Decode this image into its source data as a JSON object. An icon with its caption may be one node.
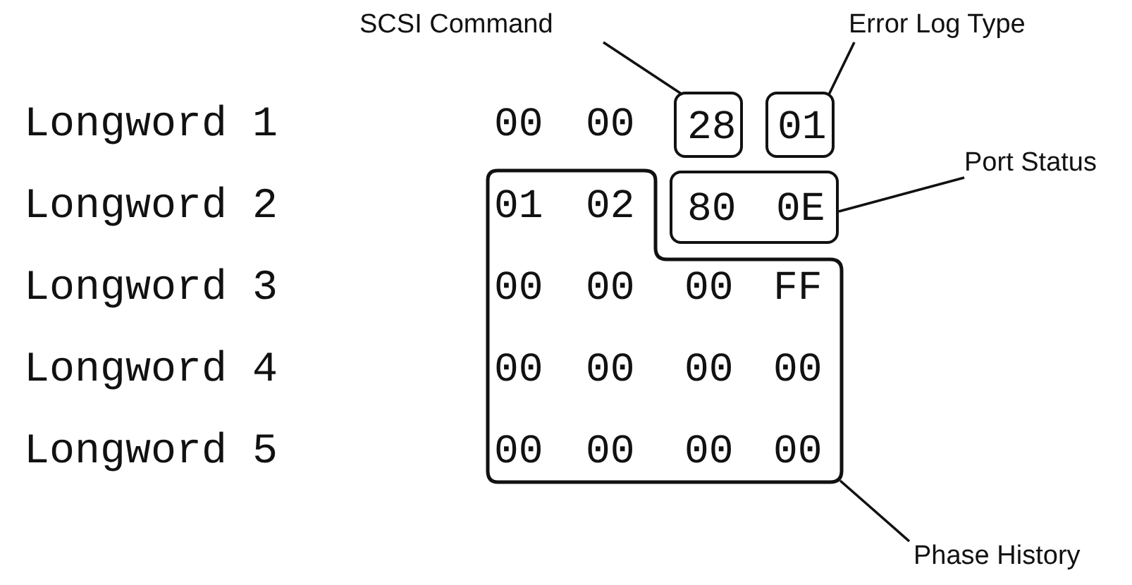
{
  "diagram": {
    "nodes": [
      {
        "text": [
          "SCSI Command"
        ]
      },
      {
        "text": [
          "Error Log Type"
        ]
      },
      {
        "text": [
          "Port Status"
        ]
      },
      {
        "text": [
          "Phase History"
        ]
      },
      {
        "text": [
          "28"
        ]
      },
      {
        "text": [
          "01"
        ]
      },
      {
        "text": [
          "80",
          "0E"
        ]
      },
      {
        "text": [
          "01",
          "02",
          "00",
          "00",
          "00",
          "FF",
          "00",
          "00",
          "00",
          "00",
          "00",
          "00",
          "00",
          "00"
        ]
      }
    ],
    "edges": [
      {
        "from": 0,
        "to": 4,
        "arrow": "none"
      },
      {
        "from": 1,
        "to": 5,
        "arrow": "none"
      },
      {
        "from": 2,
        "to": 6,
        "arrow": "none"
      },
      {
        "from": 3,
        "to": 7,
        "arrow": "none"
      }
    ],
    "labels": [
      "Longword 1",
      "00",
      "00",
      "Longword 2",
      "Longword 3",
      "Longword 4",
      "Longword 5"
    ]
  }
}
